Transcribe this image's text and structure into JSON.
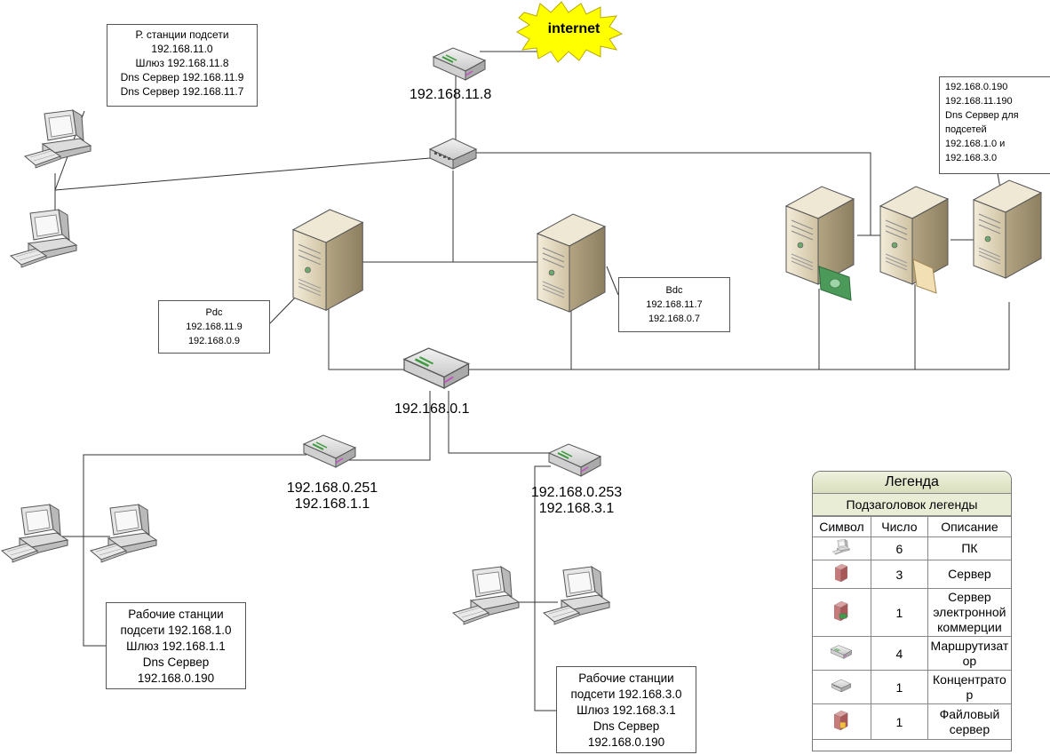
{
  "internet_label": "internet",
  "ip_labels": {
    "router_top": "192.168.11.8",
    "router_center": "192.168.0.1",
    "router_left_1": "192.168.0.251",
    "router_left_2": "192.168.1.1",
    "router_right_1": "192.168.0.253",
    "router_right_2": "192.168.3.1"
  },
  "info_boxes": {
    "subnet11": [
      "Р. станции подсети",
      "192.168.11.0",
      "Шлюз 192.168.11.8",
      "Dns Сервер 192.168.11.9",
      "Dns Сервер 192.168.11.7"
    ],
    "dns_server": [
      "192.168.0.190",
      "192.168.11.190",
      "Dns Сервер для",
      "подсетей",
      "192.168.1.0 и",
      "192.168.3.0"
    ],
    "pdc": [
      "Pdc",
      "192.168.11.9",
      "192.168.0.9"
    ],
    "bdc": [
      "Bdc",
      "192.168.11.7",
      "192.168.0.7"
    ],
    "subnet1": [
      "Рабочие станции",
      "подсети 192.168.1.0",
      "Шлюз 192.168.1.1",
      "Dns Сервер",
      "192.168.0.190"
    ],
    "subnet3": [
      "Рабочие станции",
      "подсети 192.168.3.0",
      "Шлюз 192.168.3.1",
      "Dns Сервер",
      "192.168.0.190"
    ]
  },
  "legend": {
    "title": "Легенда",
    "subtitle": "Подзаголовок легенды",
    "headers": [
      "Символ",
      "Число",
      "Описание"
    ],
    "rows": [
      {
        "icon": "pc-icon",
        "count": "6",
        "description": "ПК"
      },
      {
        "icon": "server-icon",
        "count": "3",
        "description": "Сервер"
      },
      {
        "icon": "ecommerce-server-icon",
        "count": "1",
        "description": "Сервер электронной коммерции"
      },
      {
        "icon": "router-icon",
        "count": "4",
        "description": "Маршрутизат ор"
      },
      {
        "icon": "hub-icon",
        "count": "1",
        "description": "Концентрато р"
      },
      {
        "icon": "file-server-icon",
        "count": "1",
        "description": "Файловый сервер"
      }
    ]
  },
  "colors": {
    "server_body": "#d8ccb0",
    "burst": "#ffff00",
    "legend_header": "#dfe4c4"
  }
}
